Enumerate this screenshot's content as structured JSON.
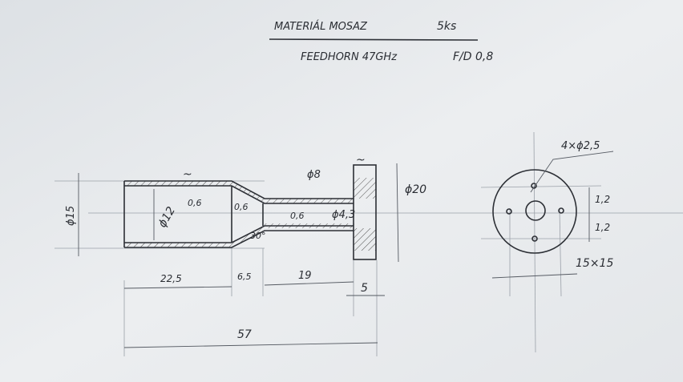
{
  "header": {
    "material": "MATERIÁL MOSAZ",
    "quantity": "5ks",
    "title": "FEEDHORN 47GHz",
    "ratio": "F/D 0,8"
  },
  "section_view": {
    "dim_outer_left": "ϕ15",
    "dim_inner_left": "ϕ12",
    "wall_thickness_1": "0,6",
    "wall_thickness_2": "0,6",
    "wall_thickness_3": "0,6",
    "dim_neck_outer": "ϕ8",
    "dim_bore": "ϕ4,3",
    "dim_flange": "ϕ20",
    "angle": "30°",
    "tilde_1": "~",
    "tilde_2": "~",
    "len_1": "22,5",
    "len_2": "6,5",
    "len_3": "19",
    "len_4": "5",
    "len_total": "57"
  },
  "end_view": {
    "holes": "4×ϕ2,5",
    "offset_top": "1,2",
    "offset_bottom": "1,2",
    "spacing": "15×15"
  }
}
